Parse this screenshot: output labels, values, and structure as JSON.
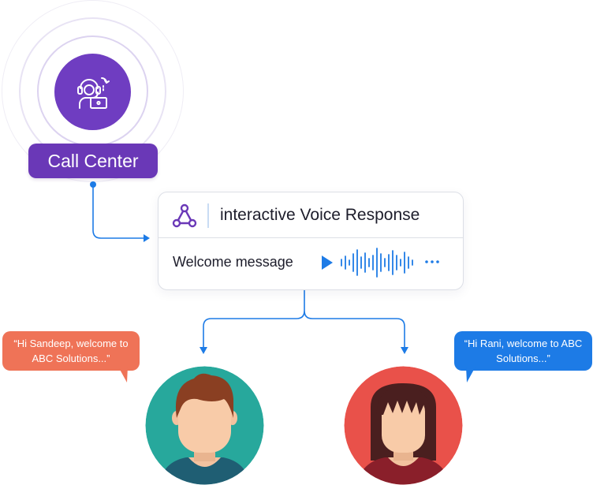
{
  "call_center": {
    "label": "Call Center",
    "icon": "headset-agent-laptop-icon",
    "color": "#6a38b7"
  },
  "ivr": {
    "title": "interactive Voice Response",
    "icon": "flow-hierarchy-icon",
    "welcome_label": "Welcome message",
    "play_icon": "play-icon",
    "waveform_icon": "audio-waveform-icon",
    "more_icon": "more-dots-icon",
    "accent": "#1d7be6"
  },
  "callers": [
    {
      "name": "Sandeep",
      "message": "“Hi Sandeep, welcome to ABC Solutions...”",
      "bubble_color": "#ef7357",
      "avatar_bg": "#27a89c"
    },
    {
      "name": "Rani",
      "message": "“Hi Rani, welcome to ABC Solutions...”",
      "bubble_color": "#1d7be6",
      "avatar_bg": "#e9514a"
    }
  ]
}
